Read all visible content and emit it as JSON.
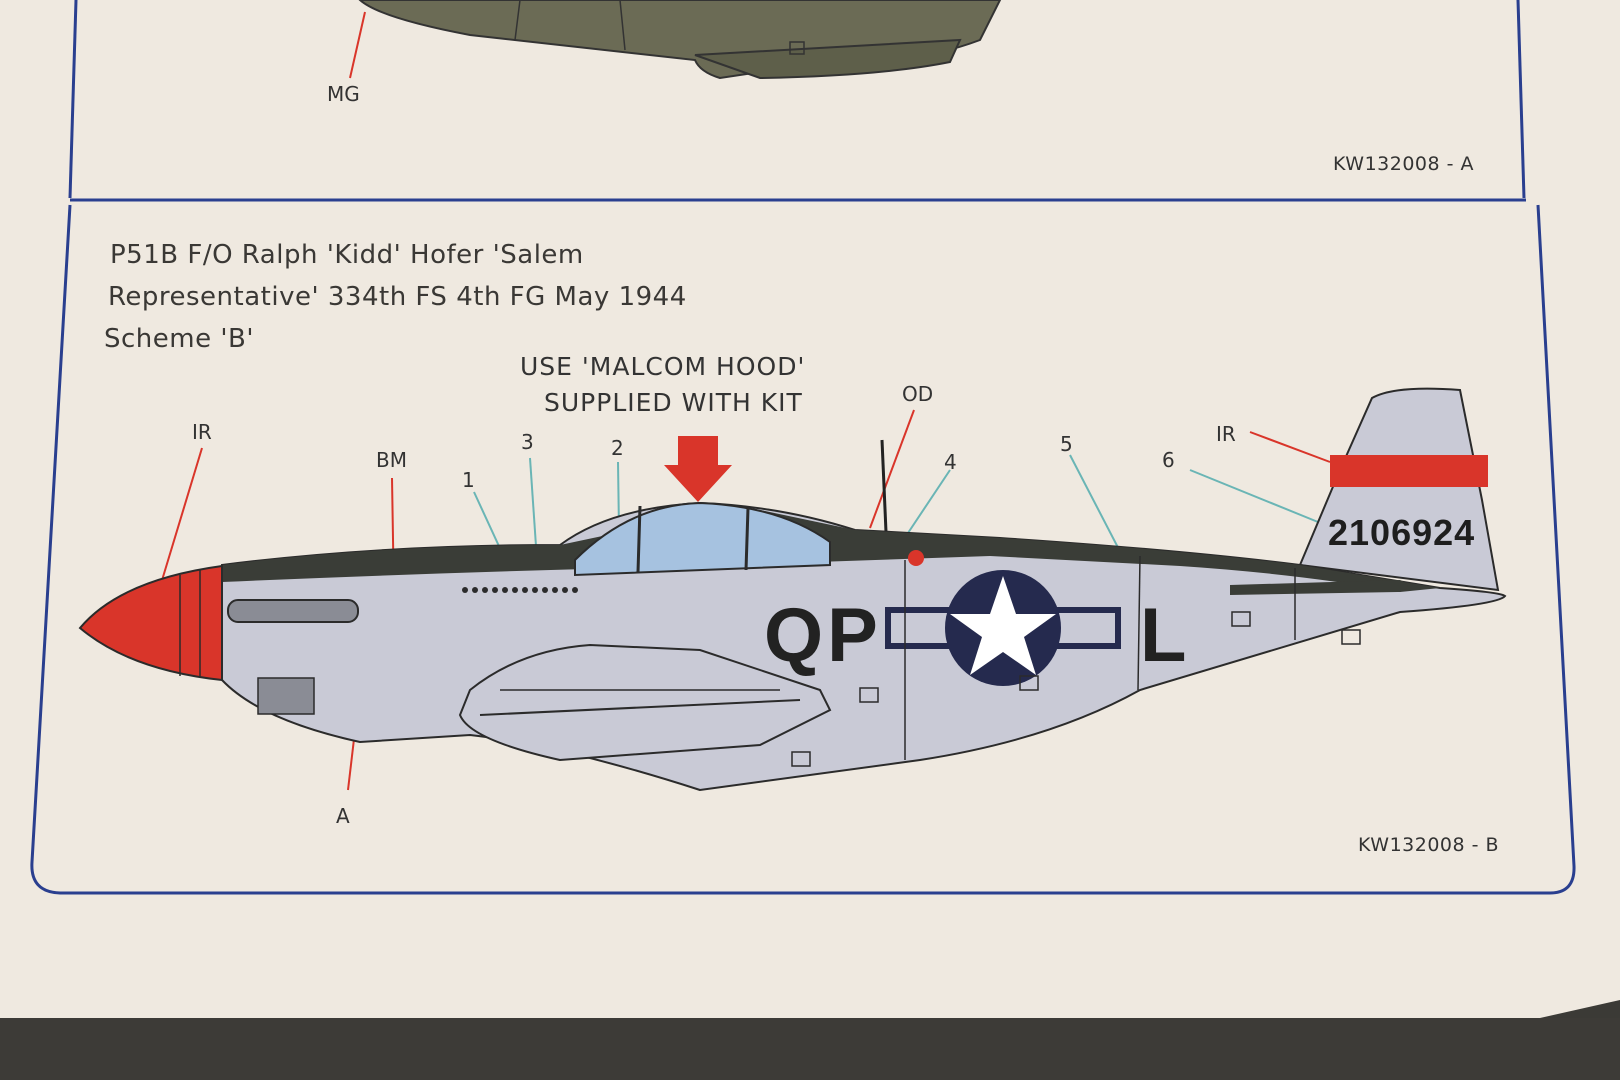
{
  "sheet_a": {
    "callout_mg": "MG",
    "code": "KW132008 - A"
  },
  "sheet_b": {
    "description": [
      "P51B F/O Ralph 'Kidd' Hofer 'Salem",
      "Representative' 334th FS 4th FG May 1944",
      "Scheme 'B'"
    ],
    "note": [
      "USE 'MALCOM HOOD'",
      "SUPPLIED WITH KIT"
    ],
    "callouts": {
      "ir_nose": "IR",
      "bm": "BM",
      "n1": "1",
      "n3": "3",
      "n2": "2",
      "od": "OD",
      "n4": "4",
      "n5": "5",
      "n6": "6",
      "ir_tail": "IR",
      "a": "A"
    },
    "serial": "2106924",
    "code_letters": "QP",
    "individual_letter": "L",
    "code": "KW132008 - B"
  },
  "colors": {
    "paper": "#efe9e0",
    "frame_blue": "#2a3f8f",
    "red": "#d9352a",
    "aluminium": "#c9cad6",
    "olive_drab": "#3a3d37",
    "canopy": "#a6c2e0",
    "insignia_blue": "#252a4e"
  }
}
